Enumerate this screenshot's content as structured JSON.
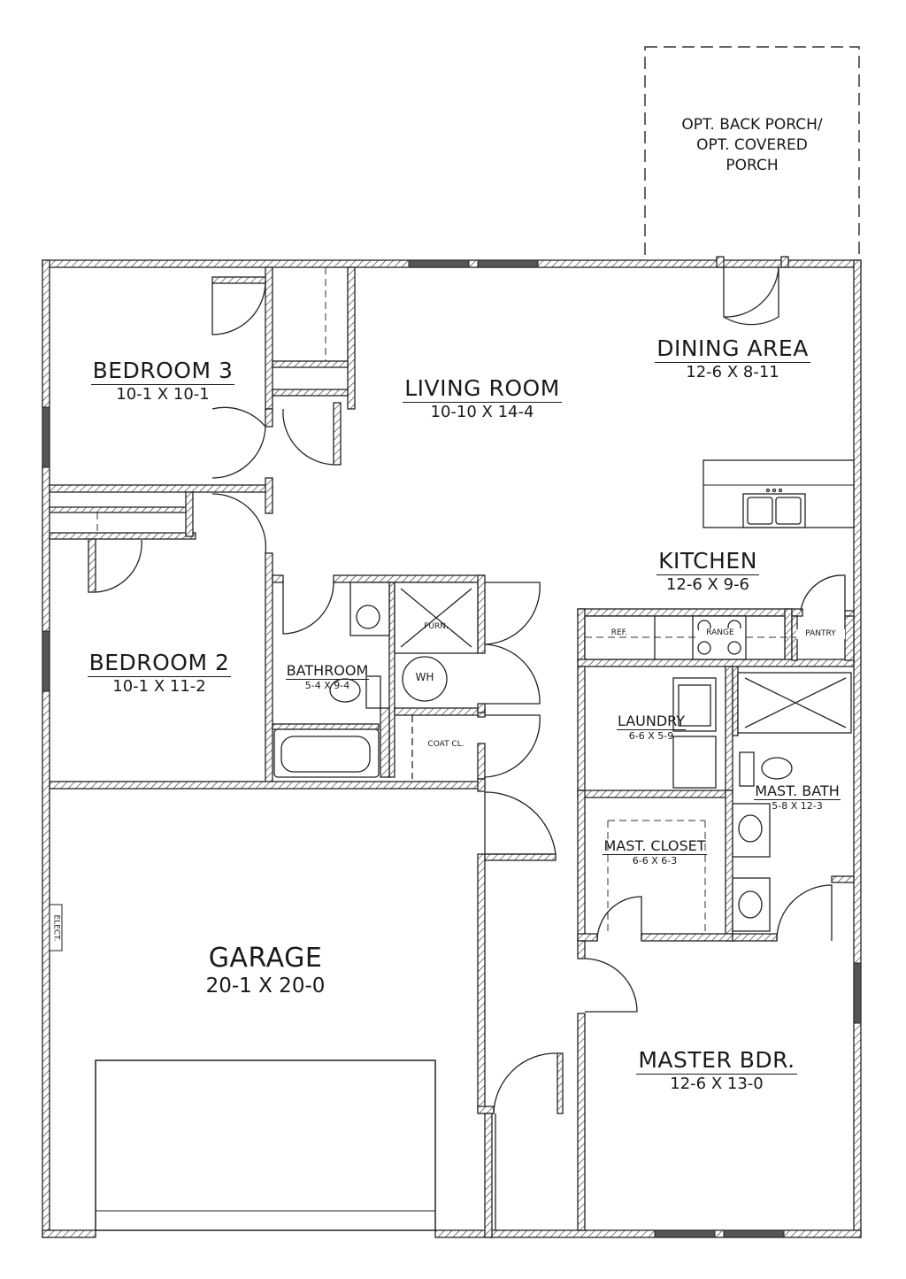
{
  "rooms": {
    "porch": {
      "line1": "OPT. BACK PORCH/",
      "line2": "OPT. COVERED",
      "line3": "PORCH"
    },
    "bedroom3": {
      "name": "BEDROOM 3",
      "dims": "10-1 X 10-1"
    },
    "living": {
      "name": "LIVING ROOM",
      "dims": "10-10 X 14-4"
    },
    "dining": {
      "name": "DINING AREA",
      "dims": "12-6 X 8-11"
    },
    "kitchen": {
      "name": "KITCHEN",
      "dims": "12-6 X 9-6"
    },
    "bedroom2": {
      "name": "BEDROOM 2",
      "dims": "10-1 X 11-2"
    },
    "bathroom": {
      "name": "BATHROOM",
      "dims": "5-4 X 9-4"
    },
    "laundry": {
      "name": "LAUNDRY",
      "dims": "6-6 X 5-9"
    },
    "mast_bath": {
      "name": "MAST. BATH",
      "dims": "5-8 X 12-3"
    },
    "mast_closet": {
      "name": "MAST. CLOSET",
      "dims": "6-6 X 6-3"
    },
    "garage": {
      "name": "GARAGE",
      "dims": "20-1 X 20-0"
    },
    "master": {
      "name": "MASTER BDR.",
      "dims": "12-6 X 13-0"
    }
  },
  "fixtures": {
    "furn": "FURN.",
    "wh": "WH",
    "coat": "COAT CL.",
    "ref": "REF.",
    "range": "RANGE",
    "pantry": "PANTRY",
    "elect": "ELECT."
  }
}
